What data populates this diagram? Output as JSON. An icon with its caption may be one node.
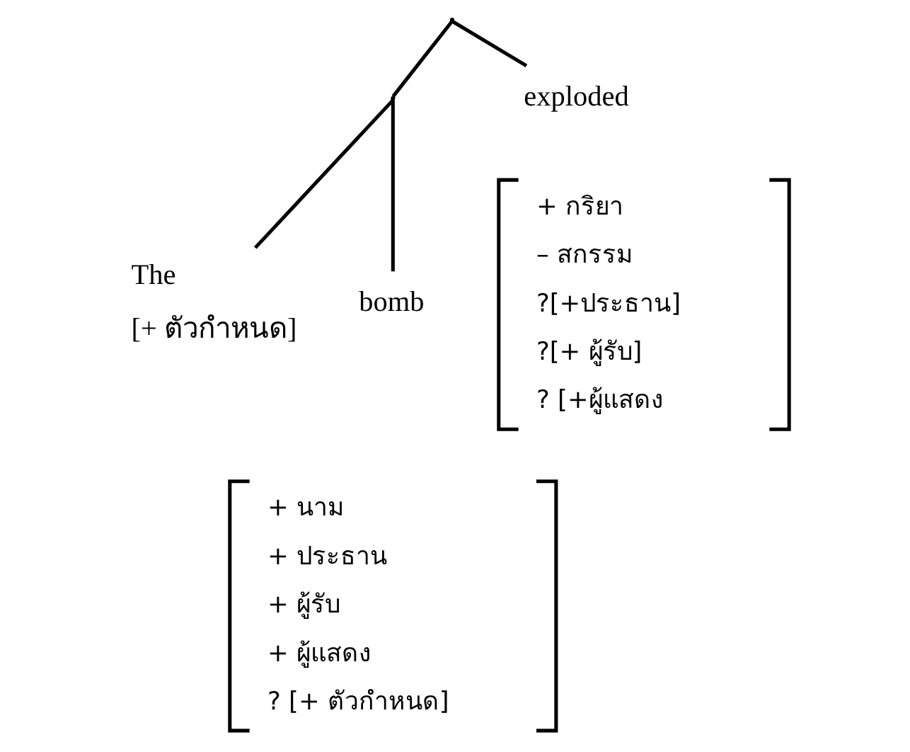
{
  "diagram": {
    "nodes": [
      {
        "text": [],
        "shape": "point"
      },
      {
        "text": [],
        "shape": "point"
      },
      {
        "text": [
          "The",
          "[+ ตัวกำหนด]"
        ]
      },
      {
        "text": [
          "bomb"
        ]
      },
      {
        "text": [
          "+ นาม",
          "+ ประธาน",
          "+ ผู้รับ",
          "+ ผู้แสดง",
          "? [+ ตัวกำหนด]"
        ]
      },
      {
        "text": [
          "exploded"
        ]
      },
      {
        "text": [
          "+ กริยา",
          "– สกรรม",
          "?[+ประธาน]",
          "?[+ ผู้รับ]",
          "? [+ผู้แสดง"
        ]
      }
    ],
    "edges": [
      {
        "from": 0,
        "to": 1,
        "arrow": "none"
      },
      {
        "from": 1,
        "to": 2,
        "arrow": "none"
      },
      {
        "from": 1,
        "to": 3,
        "arrow": "none"
      },
      {
        "from": 0,
        "to": 5,
        "arrow": "none"
      }
    ]
  }
}
